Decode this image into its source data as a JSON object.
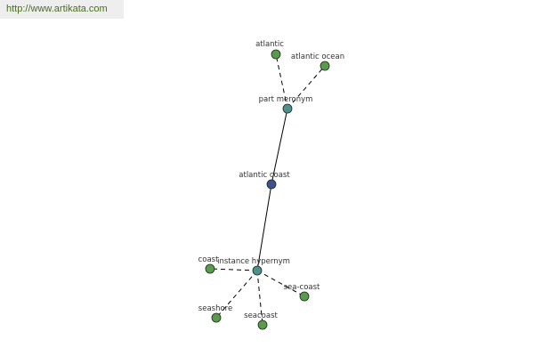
{
  "banner": {
    "url_text": "http://www.artikata.com"
  },
  "graph": {
    "colors": {
      "leaf": "#5a9a4c",
      "relation": "#4f8f8f",
      "root": "#3f4f8f",
      "edge": "#000000",
      "banner_text": "#4a6d1e"
    },
    "nodes": [
      {
        "id": "atlantic",
        "label": "atlantic",
        "kind": "leaf"
      },
      {
        "id": "atlantic-ocean",
        "label": "atlantic ocean",
        "kind": "leaf"
      },
      {
        "id": "part-meronym",
        "label": "part meronym",
        "kind": "relation"
      },
      {
        "id": "atlantic-coast",
        "label": "atlantic coast",
        "kind": "root"
      },
      {
        "id": "instance-hypernym",
        "label": "instance hypernym",
        "kind": "relation"
      },
      {
        "id": "coast",
        "label": "coast",
        "kind": "leaf"
      },
      {
        "id": "sea-coast",
        "label": "sea-coast",
        "kind": "leaf"
      },
      {
        "id": "seashore",
        "label": "seashore",
        "kind": "leaf"
      },
      {
        "id": "seacoast",
        "label": "seacoast",
        "kind": "leaf"
      }
    ],
    "edges": [
      {
        "from": "atlantic-coast",
        "to": "part-meronym",
        "style": "solid"
      },
      {
        "from": "atlantic-coast",
        "to": "instance-hypernym",
        "style": "solid"
      },
      {
        "from": "part-meronym",
        "to": "atlantic",
        "style": "dashed"
      },
      {
        "from": "part-meronym",
        "to": "atlantic-ocean",
        "style": "dashed"
      },
      {
        "from": "instance-hypernym",
        "to": "coast",
        "style": "dashed"
      },
      {
        "from": "instance-hypernym",
        "to": "sea-coast",
        "style": "dashed"
      },
      {
        "from": "instance-hypernym",
        "to": "seashore",
        "style": "dashed"
      },
      {
        "from": "instance-hypernym",
        "to": "seacoast",
        "style": "dashed"
      }
    ]
  }
}
